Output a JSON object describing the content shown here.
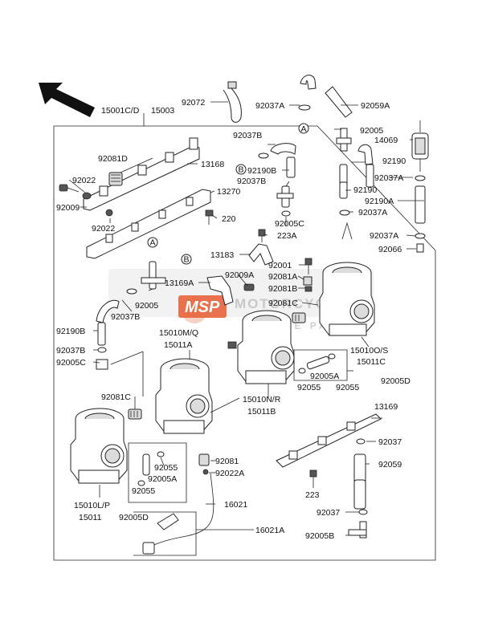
{
  "watermark": {
    "badge": "MSP",
    "text_main": "MOTORCYCLE",
    "text_sub": "SPARE PARTS",
    "badge_color": "#e8643c"
  },
  "circle_refs": {
    "a": "A",
    "b": "B"
  },
  "labels": {
    "l92072": "92072",
    "l92037A_1": "92037A",
    "l92059A": "92059A",
    "l15001CD": "15001C/D",
    "l15003": "15003",
    "l92005_1": "92005",
    "l14069": "14069",
    "l92037B_1": "92037B",
    "l92190_1": "92190",
    "l92081D": "92081D",
    "l13168": "13168",
    "l92190B_1": "92190B",
    "l92190_2": "92190",
    "l92022_1": "92022",
    "l92037B_2": "92037B",
    "l92037A_2": "92037A",
    "l13270": "13270",
    "l92009": "92009",
    "l92190A": "92190A",
    "l92037A_3": "92037A",
    "l92022_2": "92022",
    "l220": "220",
    "l92005C_1": "92005C",
    "l223A": "223A",
    "l92037A_4": "92037A",
    "l92066": "92066",
    "l13183": "13183",
    "l92001": "92001",
    "l92081A": "92081A",
    "l92081B": "92081B",
    "l13169A": "13169A",
    "l92009A": "92009A",
    "l92081C_1": "92081C",
    "l92005_2": "92005",
    "l92037B_3": "92037B",
    "l92190B_2": "92190B",
    "l15010MQ": "15010M/Q",
    "l15011A": "15011A",
    "l92037B_4": "92037B",
    "l92005C_2": "92005C",
    "l15010OS": "15010O/S",
    "l15011C": "15011C",
    "l92005A_1": "92005A",
    "l92005D_1": "92005D",
    "l92055_1": "92055",
    "l92055_2": "92055",
    "l92081C_2": "92081C",
    "l15010NR": "15010N/R",
    "l15011B": "15011B",
    "l13169": "13169",
    "l92037_1": "92037",
    "l92055_3": "92055",
    "l92005A_2": "92005A",
    "l92055_4": "92055",
    "l92081": "92081",
    "l92022A": "92022A",
    "l92059": "92059",
    "l223": "223",
    "l15010LP": "15010L/P",
    "l15011": "15011",
    "l92005D_2": "92005D",
    "l16021": "16021",
    "l92037_2": "92037",
    "l92005B": "92005B",
    "l16021A": "16021A"
  }
}
